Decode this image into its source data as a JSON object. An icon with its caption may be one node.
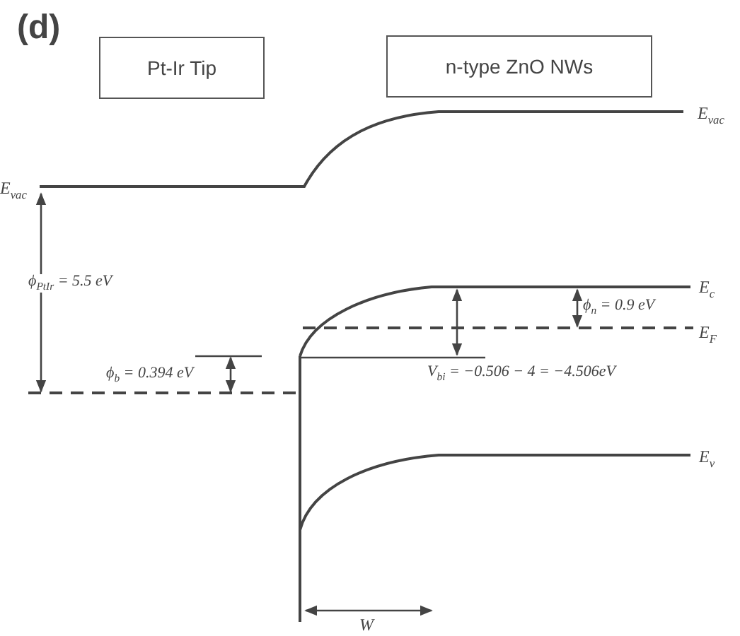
{
  "diagram": {
    "nodes": [
      {
        "text": [
          "Pt-Ir Tip"
        ]
      },
      {
        "text": [
          "n-type ZnO NWs"
        ]
      }
    ],
    "labels": [
      "(d)",
      "E$_{vac}$",
      "E$_{vac}$",
      "ϕ$_{PtIr}$ = 5.5 eV",
      "ϕ$_{b}$ = 0.394 eV",
      "E$_{c}$",
      "ϕ$_{n}$ = 0.9 eV",
      "E$_{F}$",
      "V$_{bi}$ = −0.506 − 4 = −4.506eV",
      "E$_{v}$",
      "W"
    ]
  }
}
